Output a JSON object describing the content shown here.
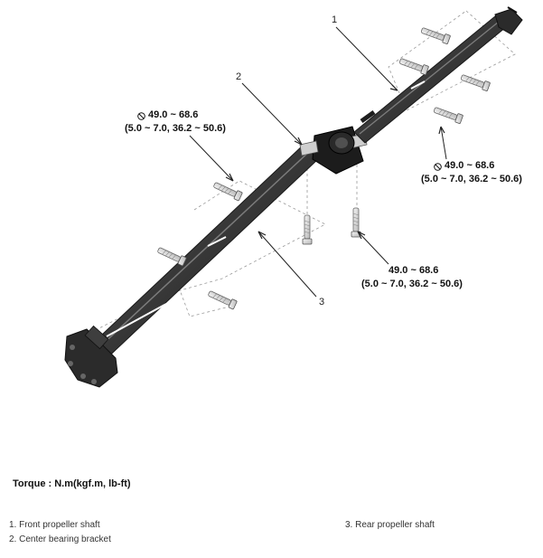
{
  "callouts": {
    "c1": "1",
    "c2": "2",
    "c3": "3"
  },
  "torque_specs": {
    "upper_left": {
      "value": "49.0 ~ 68.6",
      "detail": "(5.0 ~ 7.0, 36.2 ~ 50.6)"
    },
    "right": {
      "value": "49.0 ~ 68.6",
      "detail": "(5.0 ~ 7.0, 36.2 ~ 50.6)"
    },
    "lower": {
      "value": "49.0 ~ 68.6",
      "detail": "(5.0 ~ 7.0, 36.2 ~ 50.6)"
    }
  },
  "torque_caption": "Torque : N.m(kgf.m, lb-ft)",
  "legend": {
    "item1": "1. Front propeller shaft",
    "item2": "2. Center bearing bracket",
    "item3": "3. Rear propeller shaft"
  },
  "colors": {
    "shaft": "#3b3b3b",
    "shaft_highlight": "#8a8a8a",
    "bolt": "#d8d8d8",
    "leader": "#222222",
    "dash": "#9a9a9a"
  },
  "icons": {
    "torque": "no-symbol-icon"
  }
}
